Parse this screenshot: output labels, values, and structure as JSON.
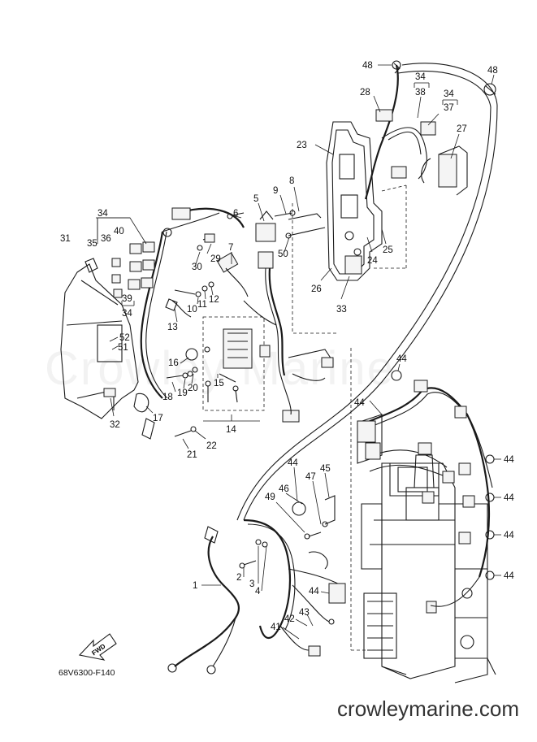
{
  "diagram": {
    "figure_code": "68V6300-F140",
    "watermark": "Crowley Marine",
    "site_footer": "crowleymarine.com",
    "fwd_label": "FWD",
    "callouts": [
      {
        "id": "c48a",
        "label": "48"
      },
      {
        "id": "c48b",
        "label": "48"
      },
      {
        "id": "c34a",
        "label": "34"
      },
      {
        "id": "c38",
        "label": "38"
      },
      {
        "id": "c34b",
        "label": "34"
      },
      {
        "id": "c37",
        "label": "37"
      },
      {
        "id": "c28",
        "label": "28"
      },
      {
        "id": "c27",
        "label": "27"
      },
      {
        "id": "c23",
        "label": "23"
      },
      {
        "id": "c8",
        "label": "8"
      },
      {
        "id": "c9",
        "label": "9"
      },
      {
        "id": "c5",
        "label": "5"
      },
      {
        "id": "c6",
        "label": "6"
      },
      {
        "id": "c34c",
        "label": "34"
      },
      {
        "id": "c40",
        "label": "40"
      },
      {
        "id": "c36",
        "label": "36"
      },
      {
        "id": "c35",
        "label": "35"
      },
      {
        "id": "c31",
        "label": "31"
      },
      {
        "id": "c39",
        "label": "39"
      },
      {
        "id": "c34d",
        "label": "34"
      },
      {
        "id": "c30",
        "label": "30"
      },
      {
        "id": "c29",
        "label": "29"
      },
      {
        "id": "c7",
        "label": "7"
      },
      {
        "id": "c50",
        "label": "50"
      },
      {
        "id": "c24",
        "label": "24"
      },
      {
        "id": "c25",
        "label": "25"
      },
      {
        "id": "c26",
        "label": "26"
      },
      {
        "id": "c33",
        "label": "33"
      },
      {
        "id": "c10",
        "label": "10"
      },
      {
        "id": "c11",
        "label": "11"
      },
      {
        "id": "c12",
        "label": "12"
      },
      {
        "id": "c13",
        "label": "13"
      },
      {
        "id": "c52",
        "label": "52"
      },
      {
        "id": "c51",
        "label": "51"
      },
      {
        "id": "c16",
        "label": "16"
      },
      {
        "id": "c15",
        "label": "15"
      },
      {
        "id": "c18",
        "label": "18"
      },
      {
        "id": "c19",
        "label": "19"
      },
      {
        "id": "c20",
        "label": "20"
      },
      {
        "id": "c32",
        "label": "32"
      },
      {
        "id": "c17",
        "label": "17"
      },
      {
        "id": "c14",
        "label": "14"
      },
      {
        "id": "c22",
        "label": "22"
      },
      {
        "id": "c21",
        "label": "21"
      },
      {
        "id": "c44a",
        "label": "44"
      },
      {
        "id": "c44b",
        "label": "44"
      },
      {
        "id": "c44c",
        "label": "44"
      },
      {
        "id": "c44d",
        "label": "44"
      },
      {
        "id": "c44e",
        "label": "44"
      },
      {
        "id": "c44f",
        "label": "44"
      },
      {
        "id": "c44g",
        "label": "44"
      },
      {
        "id": "c44h",
        "label": "44"
      },
      {
        "id": "c45",
        "label": "45"
      },
      {
        "id": "c47",
        "label": "47"
      },
      {
        "id": "c46",
        "label": "46"
      },
      {
        "id": "c49",
        "label": "49"
      },
      {
        "id": "c2",
        "label": "2"
      },
      {
        "id": "c3",
        "label": "3"
      },
      {
        "id": "c4",
        "label": "4"
      },
      {
        "id": "c1",
        "label": "1"
      },
      {
        "id": "c43",
        "label": "43"
      },
      {
        "id": "c42",
        "label": "42"
      },
      {
        "id": "c41",
        "label": "41"
      }
    ]
  }
}
